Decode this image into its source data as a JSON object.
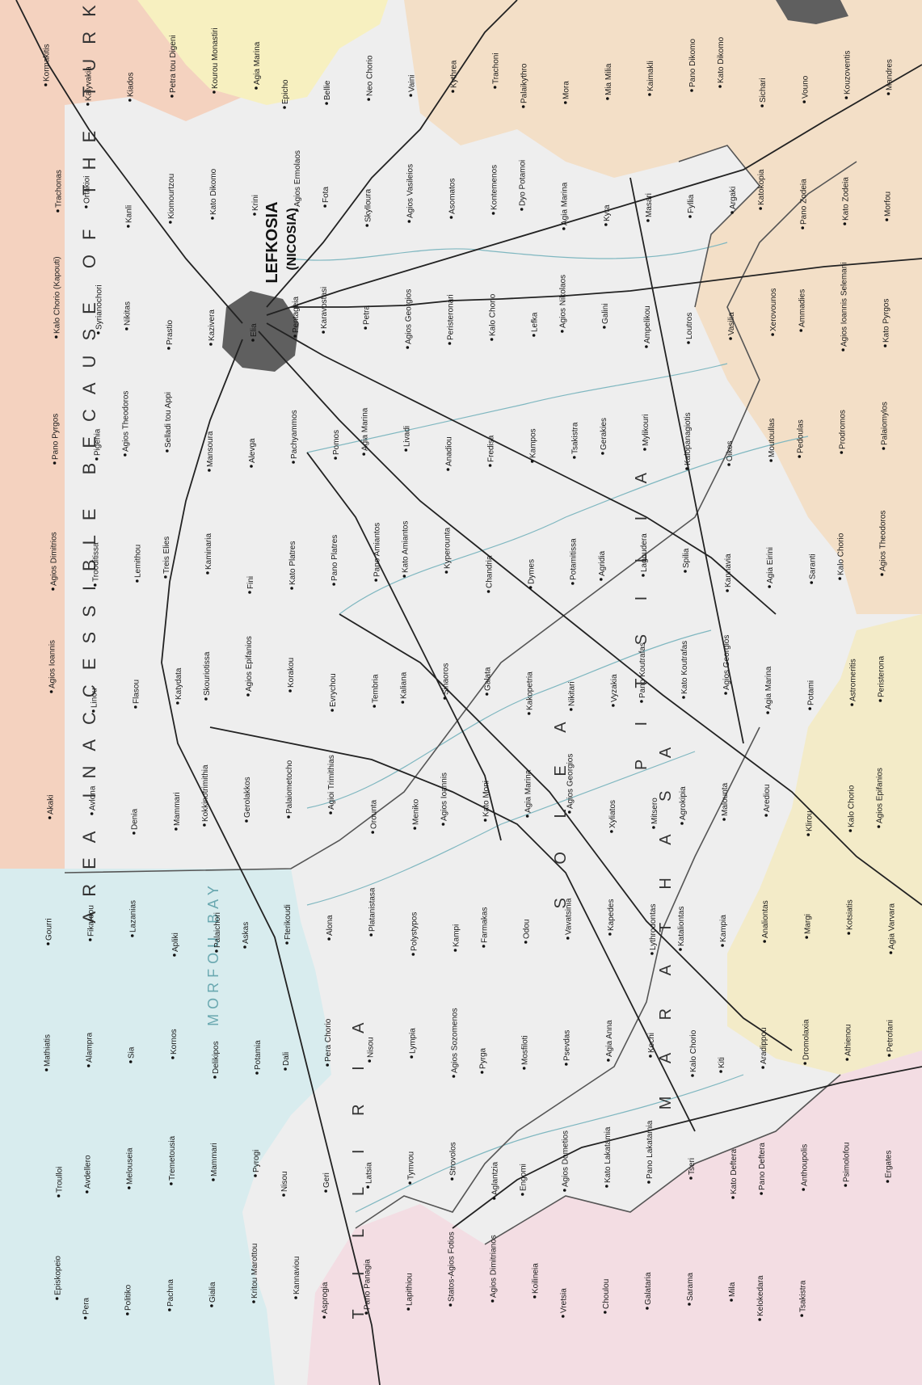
{
  "map": {
    "colors": {
      "sea": "#d8ecee",
      "plain": "#eeeeee",
      "buffer_zone": "#f7f0c0",
      "northern_area": "#f4d2bf",
      "larnaca_district": "#f3dfc7",
      "paphos_district": "#f3dde3",
      "limassol_district": "#f3ebc8",
      "urban": "#5f5f5f",
      "road": "#222222",
      "river": "#7fb7c0"
    },
    "capital": {
      "name_primary": "LEFKOSIA",
      "name_secondary": "(NICOSIA)"
    },
    "water_labels": [
      {
        "text": "MORFOU BAY"
      }
    ],
    "region_labels": [
      {
        "text": "AREA INACCESSIBLE BECAUSE OF THE TURKISH"
      },
      {
        "text": "S O L E A"
      },
      {
        "text": "P I T S I L I A"
      },
      {
        "text": "M A R A T H A S A"
      },
      {
        "text": "T I L L I R I A"
      }
    ],
    "places": [
      {
        "name": "Kormakitis"
      },
      {
        "name": "Kalyvakia"
      },
      {
        "name": "Kiados"
      },
      {
        "name": "Petra tou Digeni"
      },
      {
        "name": "Kourou Monastiri"
      },
      {
        "name": "Agia Marina"
      },
      {
        "name": "Epicho"
      },
      {
        "name": "Bellie"
      },
      {
        "name": "Neo Chorio"
      },
      {
        "name": "Vaini"
      },
      {
        "name": "Kythrea"
      },
      {
        "name": "Trachoni"
      },
      {
        "name": "Palaikythro"
      },
      {
        "name": "Mora"
      },
      {
        "name": "Mia Milia"
      },
      {
        "name": "Kaimakli"
      },
      {
        "name": "Pano Dikomo"
      },
      {
        "name": "Kato Dikomo"
      },
      {
        "name": "Sichari"
      },
      {
        "name": "Vouno"
      },
      {
        "name": "Kouzoventis"
      },
      {
        "name": "Mandres"
      },
      {
        "name": "Trachonas"
      },
      {
        "name": "Ortakioi"
      },
      {
        "name": "Kanli"
      },
      {
        "name": "Kiomourtzou"
      },
      {
        "name": "Kato Dikomo"
      },
      {
        "name": "Krini"
      },
      {
        "name": "Agios Ermolaos"
      },
      {
        "name": "Fota"
      },
      {
        "name": "Skylloura"
      },
      {
        "name": "Agios Vasileios"
      },
      {
        "name": "Asomatos"
      },
      {
        "name": "Kontemenos"
      },
      {
        "name": "Dyo Potamoi"
      },
      {
        "name": "Agia Marina"
      },
      {
        "name": "Kyra"
      },
      {
        "name": "Masari"
      },
      {
        "name": "Fyllia"
      },
      {
        "name": "Argaki"
      },
      {
        "name": "Katokopia"
      },
      {
        "name": "Pano Zodeia"
      },
      {
        "name": "Kato Zodeia"
      },
      {
        "name": "Morfou"
      },
      {
        "name": "Kalo Chorio (Kapouti)"
      },
      {
        "name": "Syrianochori"
      },
      {
        "name": "Nikitas"
      },
      {
        "name": "Prastio"
      },
      {
        "name": "Kazivera"
      },
      {
        "name": "Elia"
      },
      {
        "name": "Pentageia"
      },
      {
        "name": "Karavostasi"
      },
      {
        "name": "Petra"
      },
      {
        "name": "Agios Georgios"
      },
      {
        "name": "Peristeronari"
      },
      {
        "name": "Kalo Chorio"
      },
      {
        "name": "Lefka"
      },
      {
        "name": "Agios Nikolaos"
      },
      {
        "name": "Galini"
      },
      {
        "name": "Ampelikou"
      },
      {
        "name": "Loutros"
      },
      {
        "name": "Vasilia"
      },
      {
        "name": "Xerovounos"
      },
      {
        "name": "Ammadies"
      },
      {
        "name": "Agios Ioannis Selemani"
      },
      {
        "name": "Kato Pyrgos"
      },
      {
        "name": "Pano Pyrgos"
      },
      {
        "name": "Pigenia"
      },
      {
        "name": "Agios Theodoros"
      },
      {
        "name": "Selladi tou Appi"
      },
      {
        "name": "Mansoura"
      },
      {
        "name": "Alevga"
      },
      {
        "name": "Pachyammos"
      },
      {
        "name": "Pomos"
      },
      {
        "name": "Agia Marina"
      },
      {
        "name": "Livadi"
      },
      {
        "name": "Anadiou"
      },
      {
        "name": "Fredisa"
      },
      {
        "name": "Kampos"
      },
      {
        "name": "Tsakistra"
      },
      {
        "name": "Gerakies"
      },
      {
        "name": "Mylikouri"
      },
      {
        "name": "Kalopanagiotis"
      },
      {
        "name": "Oikos"
      },
      {
        "name": "Moutoullas"
      },
      {
        "name": "Pedoulas"
      },
      {
        "name": "Prodromos"
      },
      {
        "name": "Palaiomylos"
      },
      {
        "name": "Agios Dimitrios"
      },
      {
        "name": "Trooditissa"
      },
      {
        "name": "Lemithou"
      },
      {
        "name": "Treis Elies"
      },
      {
        "name": "Kaminaria"
      },
      {
        "name": "Fini"
      },
      {
        "name": "Kato Platres"
      },
      {
        "name": "Pano Platres"
      },
      {
        "name": "Pano Amiantos"
      },
      {
        "name": "Kato Amiantos"
      },
      {
        "name": "Kyperounta"
      },
      {
        "name": "Chandria"
      },
      {
        "name": "Dymes"
      },
      {
        "name": "Potamitissa"
      },
      {
        "name": "Agridia"
      },
      {
        "name": "Lagoudera"
      },
      {
        "name": "Spilia"
      },
      {
        "name": "Kannavia"
      },
      {
        "name": "Agia Eirini"
      },
      {
        "name": "Saranti"
      },
      {
        "name": "Kalo Chorio"
      },
      {
        "name": "Agios Theodoros"
      },
      {
        "name": "Agios Ioannis"
      },
      {
        "name": "Linou"
      },
      {
        "name": "Flasou"
      },
      {
        "name": "Katydata"
      },
      {
        "name": "Skouriotissa"
      },
      {
        "name": "Agios Epifanios"
      },
      {
        "name": "Korakou"
      },
      {
        "name": "Evrychou"
      },
      {
        "name": "Tembria"
      },
      {
        "name": "Kaliana"
      },
      {
        "name": "Sinaoros"
      },
      {
        "name": "Galata"
      },
      {
        "name": "Kakopetria"
      },
      {
        "name": "Nikitari"
      },
      {
        "name": "Vyzakia"
      },
      {
        "name": "Pano Koutrafas"
      },
      {
        "name": "Kato Koutrafas"
      },
      {
        "name": "Agios Georgios"
      },
      {
        "name": "Agia Marina"
      },
      {
        "name": "Potami"
      },
      {
        "name": "Astromeritis"
      },
      {
        "name": "Peristerona"
      },
      {
        "name": "Akaki"
      },
      {
        "name": "Avlona"
      },
      {
        "name": "Denia"
      },
      {
        "name": "Mammari"
      },
      {
        "name": "Kokkinotrimithia"
      },
      {
        "name": "Gerolakkos"
      },
      {
        "name": "Palaiometocho"
      },
      {
        "name": "Agioi Trimithias"
      },
      {
        "name": "Orounta"
      },
      {
        "name": "Menikο"
      },
      {
        "name": "Agios Ioannis"
      },
      {
        "name": "Kato Moni"
      },
      {
        "name": "Agia Marina"
      },
      {
        "name": "Agios Georgios"
      },
      {
        "name": "Xyliatos"
      },
      {
        "name": "Mitsero"
      },
      {
        "name": "Agrokipia"
      },
      {
        "name": "Malounta"
      },
      {
        "name": "Arediou"
      },
      {
        "name": "Klirou"
      },
      {
        "name": "Kalo Chorio"
      },
      {
        "name": "Agios Epifanios"
      },
      {
        "name": "Gourri"
      },
      {
        "name": "Fikardou"
      },
      {
        "name": "Lazanias"
      },
      {
        "name": "Apliki"
      },
      {
        "name": "Palaichori"
      },
      {
        "name": "Askas"
      },
      {
        "name": "Fterikoudi"
      },
      {
        "name": "Alona"
      },
      {
        "name": "Platanistasa"
      },
      {
        "name": "Polystypos"
      },
      {
        "name": "Kampi"
      },
      {
        "name": "Farmakas"
      },
      {
        "name": "Odou"
      },
      {
        "name": "Vavatsinia"
      },
      {
        "name": "Kapedes"
      },
      {
        "name": "Lythrodontas"
      },
      {
        "name": "Kataliontas"
      },
      {
        "name": "Kampia"
      },
      {
        "name": "Analiontas"
      },
      {
        "name": "Margi"
      },
      {
        "name": "Kotsiatis"
      },
      {
        "name": "Agia Varvara"
      },
      {
        "name": "Mathiatis"
      },
      {
        "name": "Alampra"
      },
      {
        "name": "Sia"
      },
      {
        "name": "Kornos"
      },
      {
        "name": "Delikipos"
      },
      {
        "name": "Potamia"
      },
      {
        "name": "Dali"
      },
      {
        "name": "Pera Chorio"
      },
      {
        "name": "Nisou"
      },
      {
        "name": "Lympia"
      },
      {
        "name": "Agios Sozomenos"
      },
      {
        "name": "Pyrga"
      },
      {
        "name": "Mosfiloti"
      },
      {
        "name": "Psevdas"
      },
      {
        "name": "Agia Anna"
      },
      {
        "name": "Kochi"
      },
      {
        "name": "Kalo Chorio"
      },
      {
        "name": "Kiti"
      },
      {
        "name": "Aradippou"
      },
      {
        "name": "Dromolaxia"
      },
      {
        "name": "Athienou"
      },
      {
        "name": "Petrofani"
      },
      {
        "name": "Troulloi"
      },
      {
        "name": "Avdellero"
      },
      {
        "name": "Melouseia"
      },
      {
        "name": "Tremetousia"
      },
      {
        "name": "Mammari"
      },
      {
        "name": "Pyrogi"
      },
      {
        "name": "Nisou"
      },
      {
        "name": "Geri"
      },
      {
        "name": "Latsia"
      },
      {
        "name": "Tymvou"
      },
      {
        "name": "Strovolos"
      },
      {
        "name": "Aglantzia"
      },
      {
        "name": "Engomi"
      },
      {
        "name": "Agios Dometios"
      },
      {
        "name": "Kato Lakatamia"
      },
      {
        "name": "Pano Lakatamia"
      },
      {
        "name": "Tseri"
      },
      {
        "name": "Kato Deftera"
      },
      {
        "name": "Pano Deftera"
      },
      {
        "name": "Anthoupolis"
      },
      {
        "name": "Psimolofou"
      },
      {
        "name": "Ergates"
      },
      {
        "name": "Episkopeio"
      },
      {
        "name": "Pera"
      },
      {
        "name": "Politiko"
      },
      {
        "name": "Pachna"
      },
      {
        "name": "Gialia"
      },
      {
        "name": "Kritou Marottou"
      },
      {
        "name": "Kannaviou"
      },
      {
        "name": "Asprogia"
      },
      {
        "name": "Pano Panagia"
      },
      {
        "name": "Lapithiou"
      },
      {
        "name": "Statos-Agios Fotios"
      },
      {
        "name": "Agios Dimitrianos"
      },
      {
        "name": "Koilineia"
      },
      {
        "name": "Vretsia"
      },
      {
        "name": "Choulou"
      },
      {
        "name": "Galataria"
      },
      {
        "name": "Sarama"
      },
      {
        "name": "Mila"
      },
      {
        "name": "Kelokedara"
      },
      {
        "name": "Tsakistra"
      }
    ]
  }
}
